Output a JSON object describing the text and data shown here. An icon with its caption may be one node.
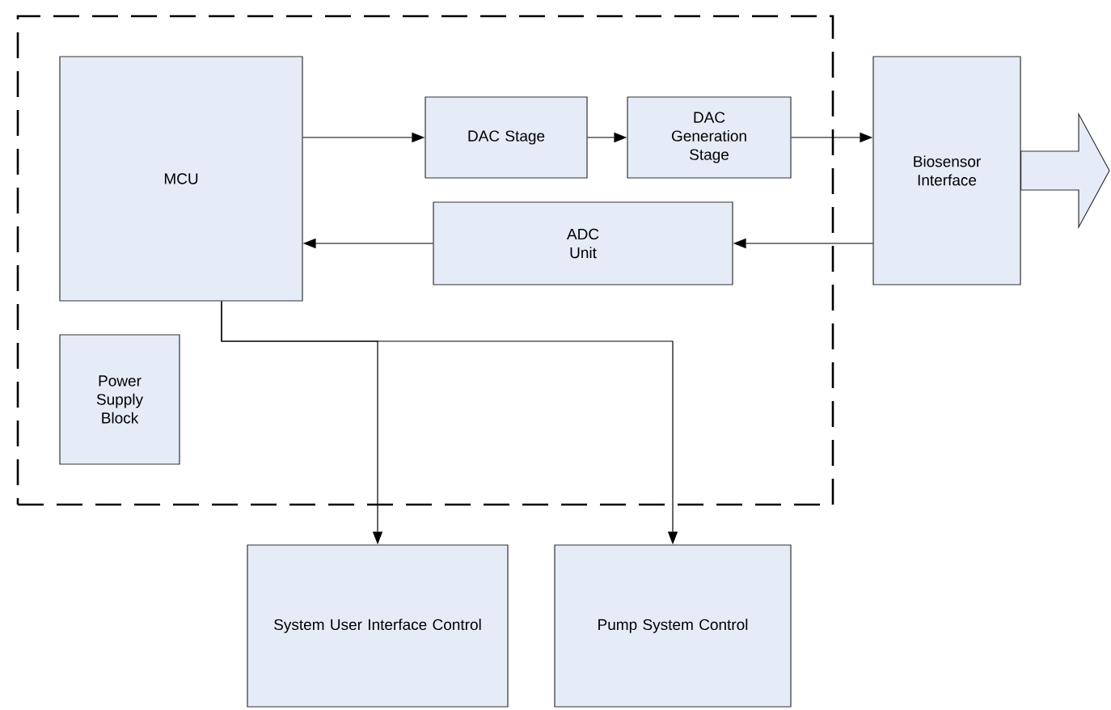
{
  "diagram": {
    "nodes": [
      {
        "text": [],
        "shape": "box"
      },
      {
        "text": [
          "MCU"
        ],
        "in": 0
      },
      {
        "text": [
          "DAC Stage"
        ],
        "in": 0
      },
      {
        "text": [
          "DAC Generation Stage"
        ],
        "in": 0
      },
      {
        "text": [
          "ADC Unit"
        ],
        "in": 0
      },
      {
        "text": [
          "Biosensor Interface"
        ]
      },
      {
        "text": [
          "Power Supply Block"
        ],
        "in": 0
      },
      {
        "text": [
          "System User Interface Control"
        ]
      },
      {
        "text": [
          "Pump System Control"
        ]
      }
    ],
    "edges": [
      {
        "from": 1,
        "to": 2,
        "arrow": "to"
      },
      {
        "from": 2,
        "to": 3,
        "arrow": "to"
      },
      {
        "from": 3,
        "to": 5,
        "arrow": "to"
      },
      {
        "from": 5,
        "to": 4,
        "arrow": "to"
      },
      {
        "from": 4,
        "to": 1,
        "arrow": "to"
      },
      {
        "from": 1,
        "to": 7,
        "arrow": "to"
      },
      {
        "from": 1,
        "to": 8,
        "arrow": "to"
      },
      {
        "from": 5,
        "to": null,
        "arrow": "to",
        "style": "thick"
      }
    ]
  }
}
